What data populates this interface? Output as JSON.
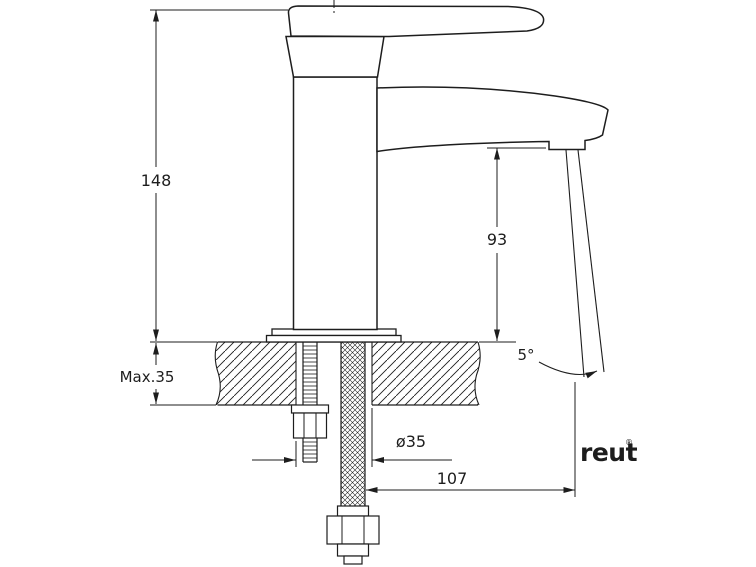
{
  "drawing": {
    "dimensions": {
      "total_height": "148",
      "spout_height": "93",
      "max_mounting_thickness": "Max.35",
      "hole_diameter": "ø35",
      "spout_reach": "107",
      "stream_angle": "5°"
    },
    "brand": {
      "name": "reut",
      "mark": "®"
    },
    "colors": {
      "line": "#1d1d1d",
      "background": "#ffffff"
    }
  }
}
